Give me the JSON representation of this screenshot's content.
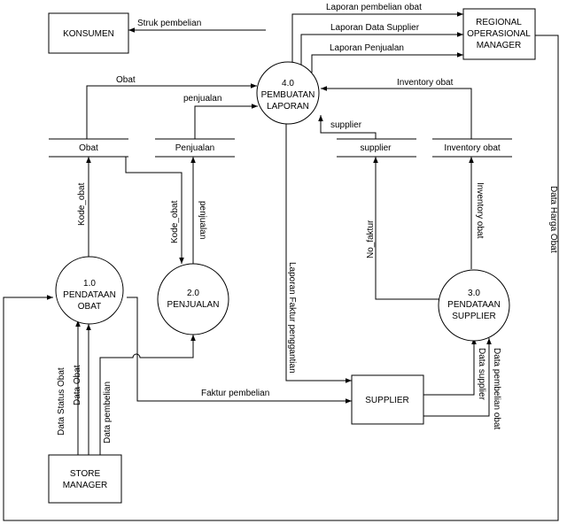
{
  "entities": {
    "konsumen": "KONSUMEN",
    "regional": [
      "REGIONAL",
      "OPERASIONAL",
      "MANAGER"
    ],
    "supplier": "SUPPLIER",
    "store_manager": [
      "STORE",
      "MANAGER"
    ]
  },
  "processes": {
    "p1": [
      "1.0",
      "PENDATAAN",
      "OBAT"
    ],
    "p2": [
      "2.0",
      "PENJUALAN"
    ],
    "p3": [
      "3.0",
      "PENDATAAN",
      "SUPPLIER"
    ],
    "p4": [
      "4.0",
      "PEMBUATAN",
      "LAPORAN"
    ]
  },
  "stores": {
    "obat": "Obat",
    "penjualan": "Penjualan",
    "supplier": "supplier",
    "inventory": "Inventory obat"
  },
  "flows": {
    "struk_pembelian": "Struk pembelian",
    "laporan_pembelian_obat": "Laporan pembelian obat",
    "laporan_data_supplier": "Laporan Data Supplier",
    "laporan_penjualan": "Laporan Penjualan",
    "obat": "Obat",
    "penjualan": "penjualan",
    "inventory_obat_top": "Inventory obat",
    "supplier": "supplier",
    "kode_obat_1": "Kode_obat",
    "kode_obat_2": "Kode_obat",
    "penjualan_v": "penjualan",
    "no_faktur": "No_faktur",
    "inventory_obat_v": "Inventory obat",
    "data_harga_obat": "Data Harga Obat",
    "laporan_faktur": "Laporan Faktur penggantian",
    "faktur_pembelian": "Faktur pembelian",
    "data_status_obat": "Data Status Obat",
    "data_obat": "Data Obat",
    "data_pembelian": "Data pembelian",
    "data_supplier": "Data supplier",
    "data_pembelian_obat": "Data pembelian obat"
  }
}
